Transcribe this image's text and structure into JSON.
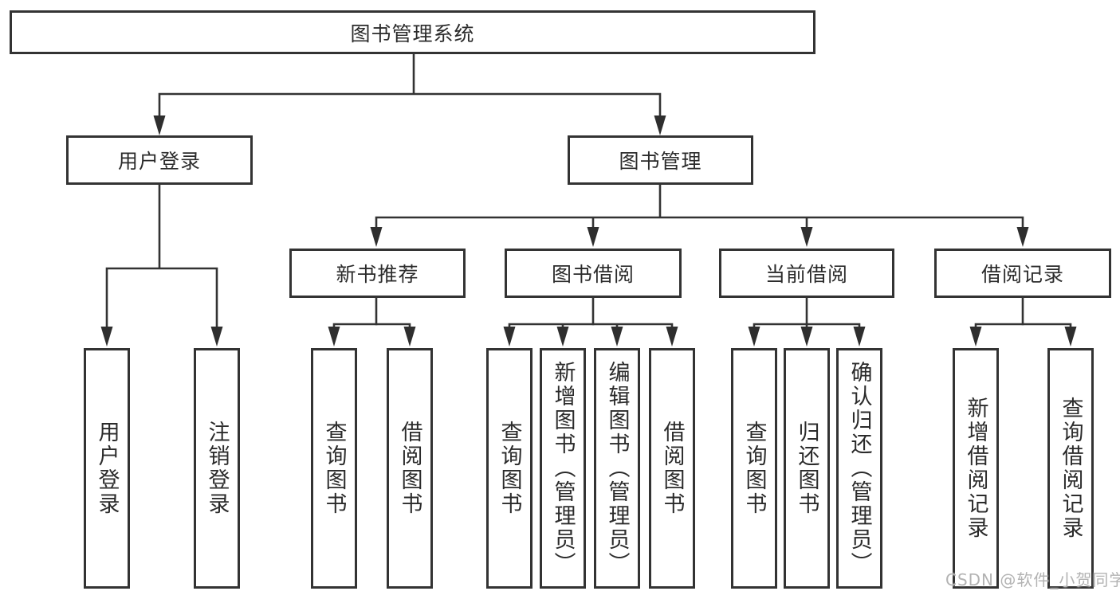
{
  "colors": {
    "background": "#ffffff",
    "box_border": "#333333",
    "connector_line": "#333333",
    "arrowhead": "#2e2e2e",
    "label_text": "#2b2b2b",
    "watermark_text": "#b3b3b3"
  },
  "watermark": {
    "text": "CSDN @软件_小贺同学"
  },
  "tree": {
    "label": "图书管理系统",
    "children": [
      {
        "label": "用户登录",
        "children": [
          {
            "label": "用户登录"
          },
          {
            "label": "注销登录"
          }
        ]
      },
      {
        "label": "图书管理",
        "children": [
          {
            "label": "新书推荐",
            "children": [
              {
                "label": "查询图书"
              },
              {
                "label": "借阅图书"
              }
            ]
          },
          {
            "label": "图书借阅",
            "children": [
              {
                "label": "查询图书"
              },
              {
                "label": "新增图书（管理员）"
              },
              {
                "label": "编辑图书（管理员）"
              },
              {
                "label": "借阅图书"
              }
            ]
          },
          {
            "label": "当前借阅",
            "children": [
              {
                "label": "查询图书"
              },
              {
                "label": "归还图书"
              },
              {
                "label": "确认归还（管理员）"
              }
            ]
          },
          {
            "label": "借阅记录",
            "children": [
              {
                "label": "新增借阅记录"
              },
              {
                "label": "查询借阅记录"
              }
            ]
          }
        ]
      }
    ]
  }
}
